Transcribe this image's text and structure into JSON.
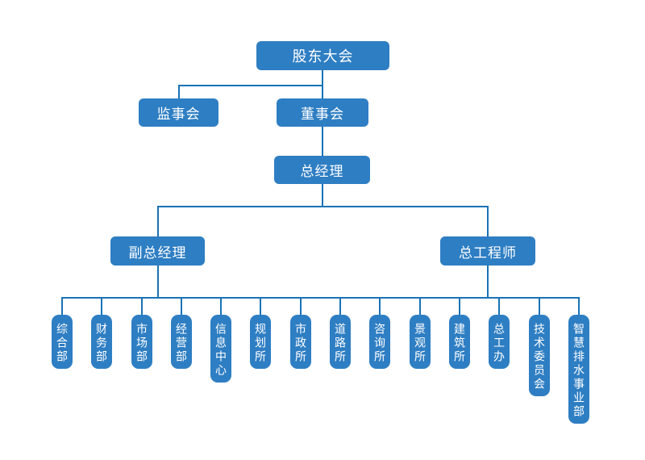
{
  "org": {
    "root": "股东大会",
    "supervisory_board": "监事会",
    "board_of_directors": "董事会",
    "general_manager": "总经理",
    "deputy_general_manager": "副总经理",
    "chief_engineer": "总工程师",
    "departments": [
      "综合部",
      "财务部",
      "市场部",
      "经营部",
      "信息中心",
      "规划所",
      "市政所",
      "道路所",
      "咨询所",
      "景观所",
      "建筑所",
      "总工办",
      "技术委员会",
      "智慧排水事业部"
    ]
  },
  "colors": {
    "node_fill": "#2e7ec3",
    "connector": "#1a73b5",
    "text": "#ffffff",
    "background": "#ffffff"
  }
}
